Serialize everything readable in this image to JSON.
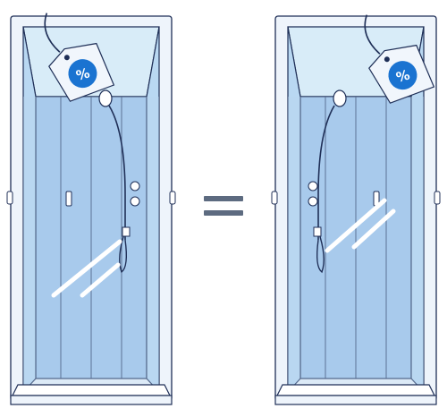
{
  "left_cabin": {
    "price_tag": {
      "badge_text": "%",
      "icon": "price-tag-icon"
    },
    "door_handle": "vertical-bar-handle",
    "fixtures_side": "right"
  },
  "equals_sign": {
    "icon": "equals-icon"
  },
  "right_cabin": {
    "price_tag": {
      "badge_text": "%",
      "icon": "price-tag-icon"
    },
    "door_handle": "vertical-bar-handle",
    "fixtures_side": "left"
  },
  "colors": {
    "outline": "#1f2f57",
    "glass_light": "#b9d8f2",
    "glass_mid": "#9fc4ea",
    "glass_dark": "#7fb0e0",
    "glass_top": "#d8ecf8",
    "frame": "#eef4fb",
    "badge": "#1a73d1",
    "tag": "#f1f6fc",
    "equals": "#5d6b80"
  }
}
